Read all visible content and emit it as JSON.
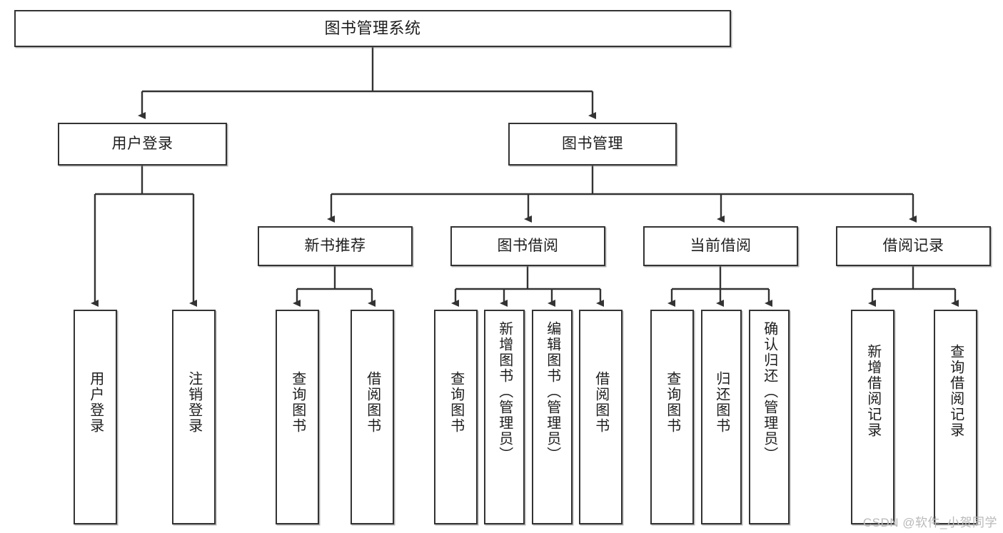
{
  "diagram": {
    "title": "图书管理系统",
    "type": "tree-hierarchy",
    "root": {
      "label": "图书管理系统"
    },
    "level2": [
      {
        "label": "用户登录"
      },
      {
        "label": "图书管理"
      }
    ],
    "level3": [
      {
        "label": "新书推荐"
      },
      {
        "label": "图书借阅"
      },
      {
        "label": "当前借阅"
      },
      {
        "label": "借阅记录"
      }
    ],
    "leaves": [
      {
        "label": "用户登录"
      },
      {
        "label": "注销登录"
      },
      {
        "label": "查询图书"
      },
      {
        "label": "借阅图书"
      },
      {
        "label": "查询图书"
      },
      {
        "label": "新增图书（管理员）"
      },
      {
        "label": "编辑图书（管理员）"
      },
      {
        "label": "借阅图书"
      },
      {
        "label": "查询图书"
      },
      {
        "label": "归还图书"
      },
      {
        "label": "确认归还（管理员）"
      },
      {
        "label": "新增借阅记录"
      },
      {
        "label": "查询借阅记录"
      }
    ],
    "colors": {
      "stroke": "#333333",
      "fill": "#ffffff",
      "text": "#1d1d1d",
      "watermark": "#b9b9b9"
    }
  },
  "watermark": {
    "text": "CSDN @软件_小贺同学"
  }
}
